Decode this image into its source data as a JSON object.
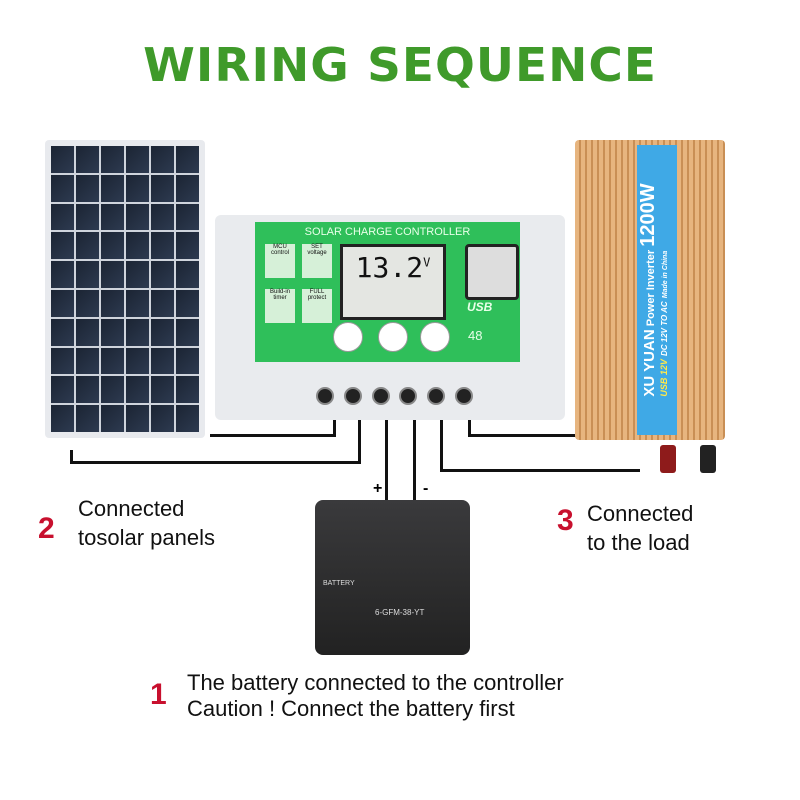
{
  "title": "WIRING SEQUENCE",
  "controller": {
    "header": "SOLAR CHARGE CONTROLLER",
    "voltage": "13.2",
    "unit": "V",
    "icons": [
      "MCU control",
      "SET voltage",
      "Build-in timer",
      "FULL protect"
    ],
    "usb_label": "USB",
    "model_number": "48"
  },
  "inverter": {
    "brand": "XU YUAN",
    "product": "Power Inverter",
    "wattage": "1200W",
    "usb": "USB 12V",
    "spec": "DC 12V TO AC",
    "origin": "Made in China"
  },
  "battery": {
    "brand": "BATTERY",
    "model": "6-GFM-38-YT",
    "plus": "+",
    "minus": "-"
  },
  "steps": [
    {
      "number": "1",
      "lines": [
        "The battery connected to the controller",
        "Caution ! Connect the battery first"
      ]
    },
    {
      "number": "2",
      "lines": [
        "Connected",
        "tosolar panels"
      ]
    },
    {
      "number": "3",
      "lines": [
        "Connected",
        "to the load"
      ]
    }
  ],
  "colors": {
    "title": "#3f9a2a",
    "step_number": "#c8102e",
    "controller_panel": "#2fbf5a",
    "inverter_label": "#3fa9e6"
  }
}
